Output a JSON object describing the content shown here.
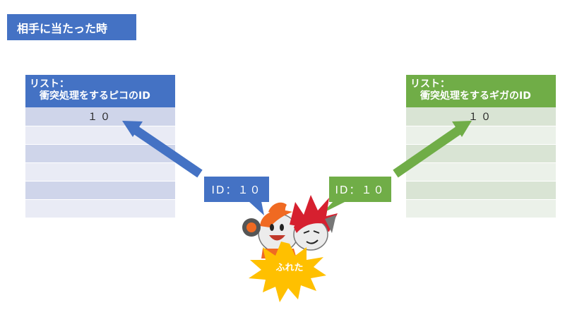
{
  "title": "相手に当たった時",
  "pico_list": {
    "header_line1": "リスト：",
    "header_line2": "衝突処理をするピコのID",
    "rows": [
      "１０",
      "",
      "",
      "",
      "",
      ""
    ]
  },
  "giga_list": {
    "header_line1": "リスト：",
    "header_line2": "衝突処理をするギガのID",
    "rows": [
      "１０",
      "",
      "",
      "",
      "",
      ""
    ]
  },
  "pico_callout": "ID：１０",
  "giga_callout": "ID：１０",
  "burst_text": "ふれた",
  "colors": {
    "blue": "#4472c4",
    "green": "#70ad47",
    "burst": "#ffc000",
    "pico_orange": "#f06a22",
    "giga_red": "#d6202f"
  }
}
